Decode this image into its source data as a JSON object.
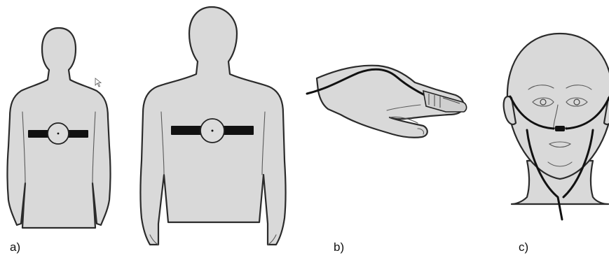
{
  "figure": {
    "panel_labels": {
      "a": "a)",
      "b": "b)",
      "c": "c)"
    }
  },
  "colors": {
    "skin": "#d9d9d9",
    "outline": "#2b2b2b",
    "strap": "#111111",
    "background": "#ffffff"
  }
}
